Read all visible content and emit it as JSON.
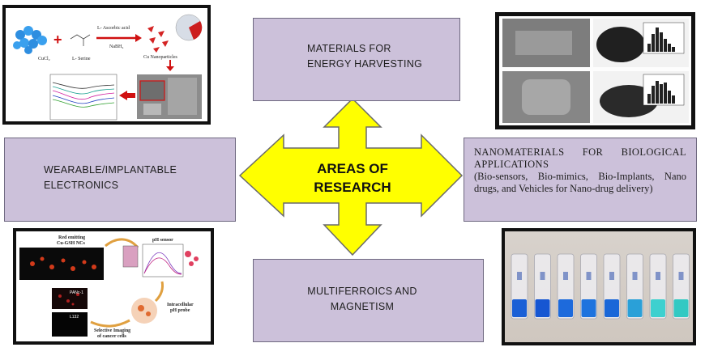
{
  "center": {
    "line1": "AREAS OF",
    "line2": "RESEARCH"
  },
  "boxes": {
    "top": {
      "line1": "MATERIALS FOR",
      "line2": "ENERGY HARVESTING"
    },
    "left": {
      "line1": "WEARABLE/IMPLANTABLE",
      "line2": "ELECTRONICS"
    },
    "bottom": {
      "line1": "MULTIFERROICS AND",
      "line2": "MAGNETISM"
    },
    "right": {
      "title": "NANOMATERIALS FOR BIOLOGICAL APPLICATIONS",
      "desc": "(Bio-sensors, Bio-mimics, Bio-Implants, Nano drugs, and Vehicles for Nano-drug delivery)"
    }
  },
  "figure_top_left": {
    "cucl2": "CuCl₂",
    "ascorbic": "L- Ascorbic acid",
    "nabh4": "NaBH₄",
    "serine": "L- Serine",
    "cu_np": "Cu Nanoparticles"
  },
  "figure_bottom_left": {
    "nc_label": "Red emitting\nCu-GSH NCs",
    "ph_sensor": "pH sensor",
    "intracellular": "Intracellular\npH probe",
    "selective": "Selective Imaging\nof cancer cells",
    "cell1": "PANc-1",
    "cell2": "L132"
  },
  "colors": {
    "box_fill": "#ccc1da",
    "arrow_fill": "#ffff00",
    "vial_colors": [
      "#1a5fd6",
      "#1656d2",
      "#1d6adc",
      "#1e73de",
      "#1a67d8",
      "#2aa0d8",
      "#3dd0cf",
      "#32c9c3"
    ]
  }
}
